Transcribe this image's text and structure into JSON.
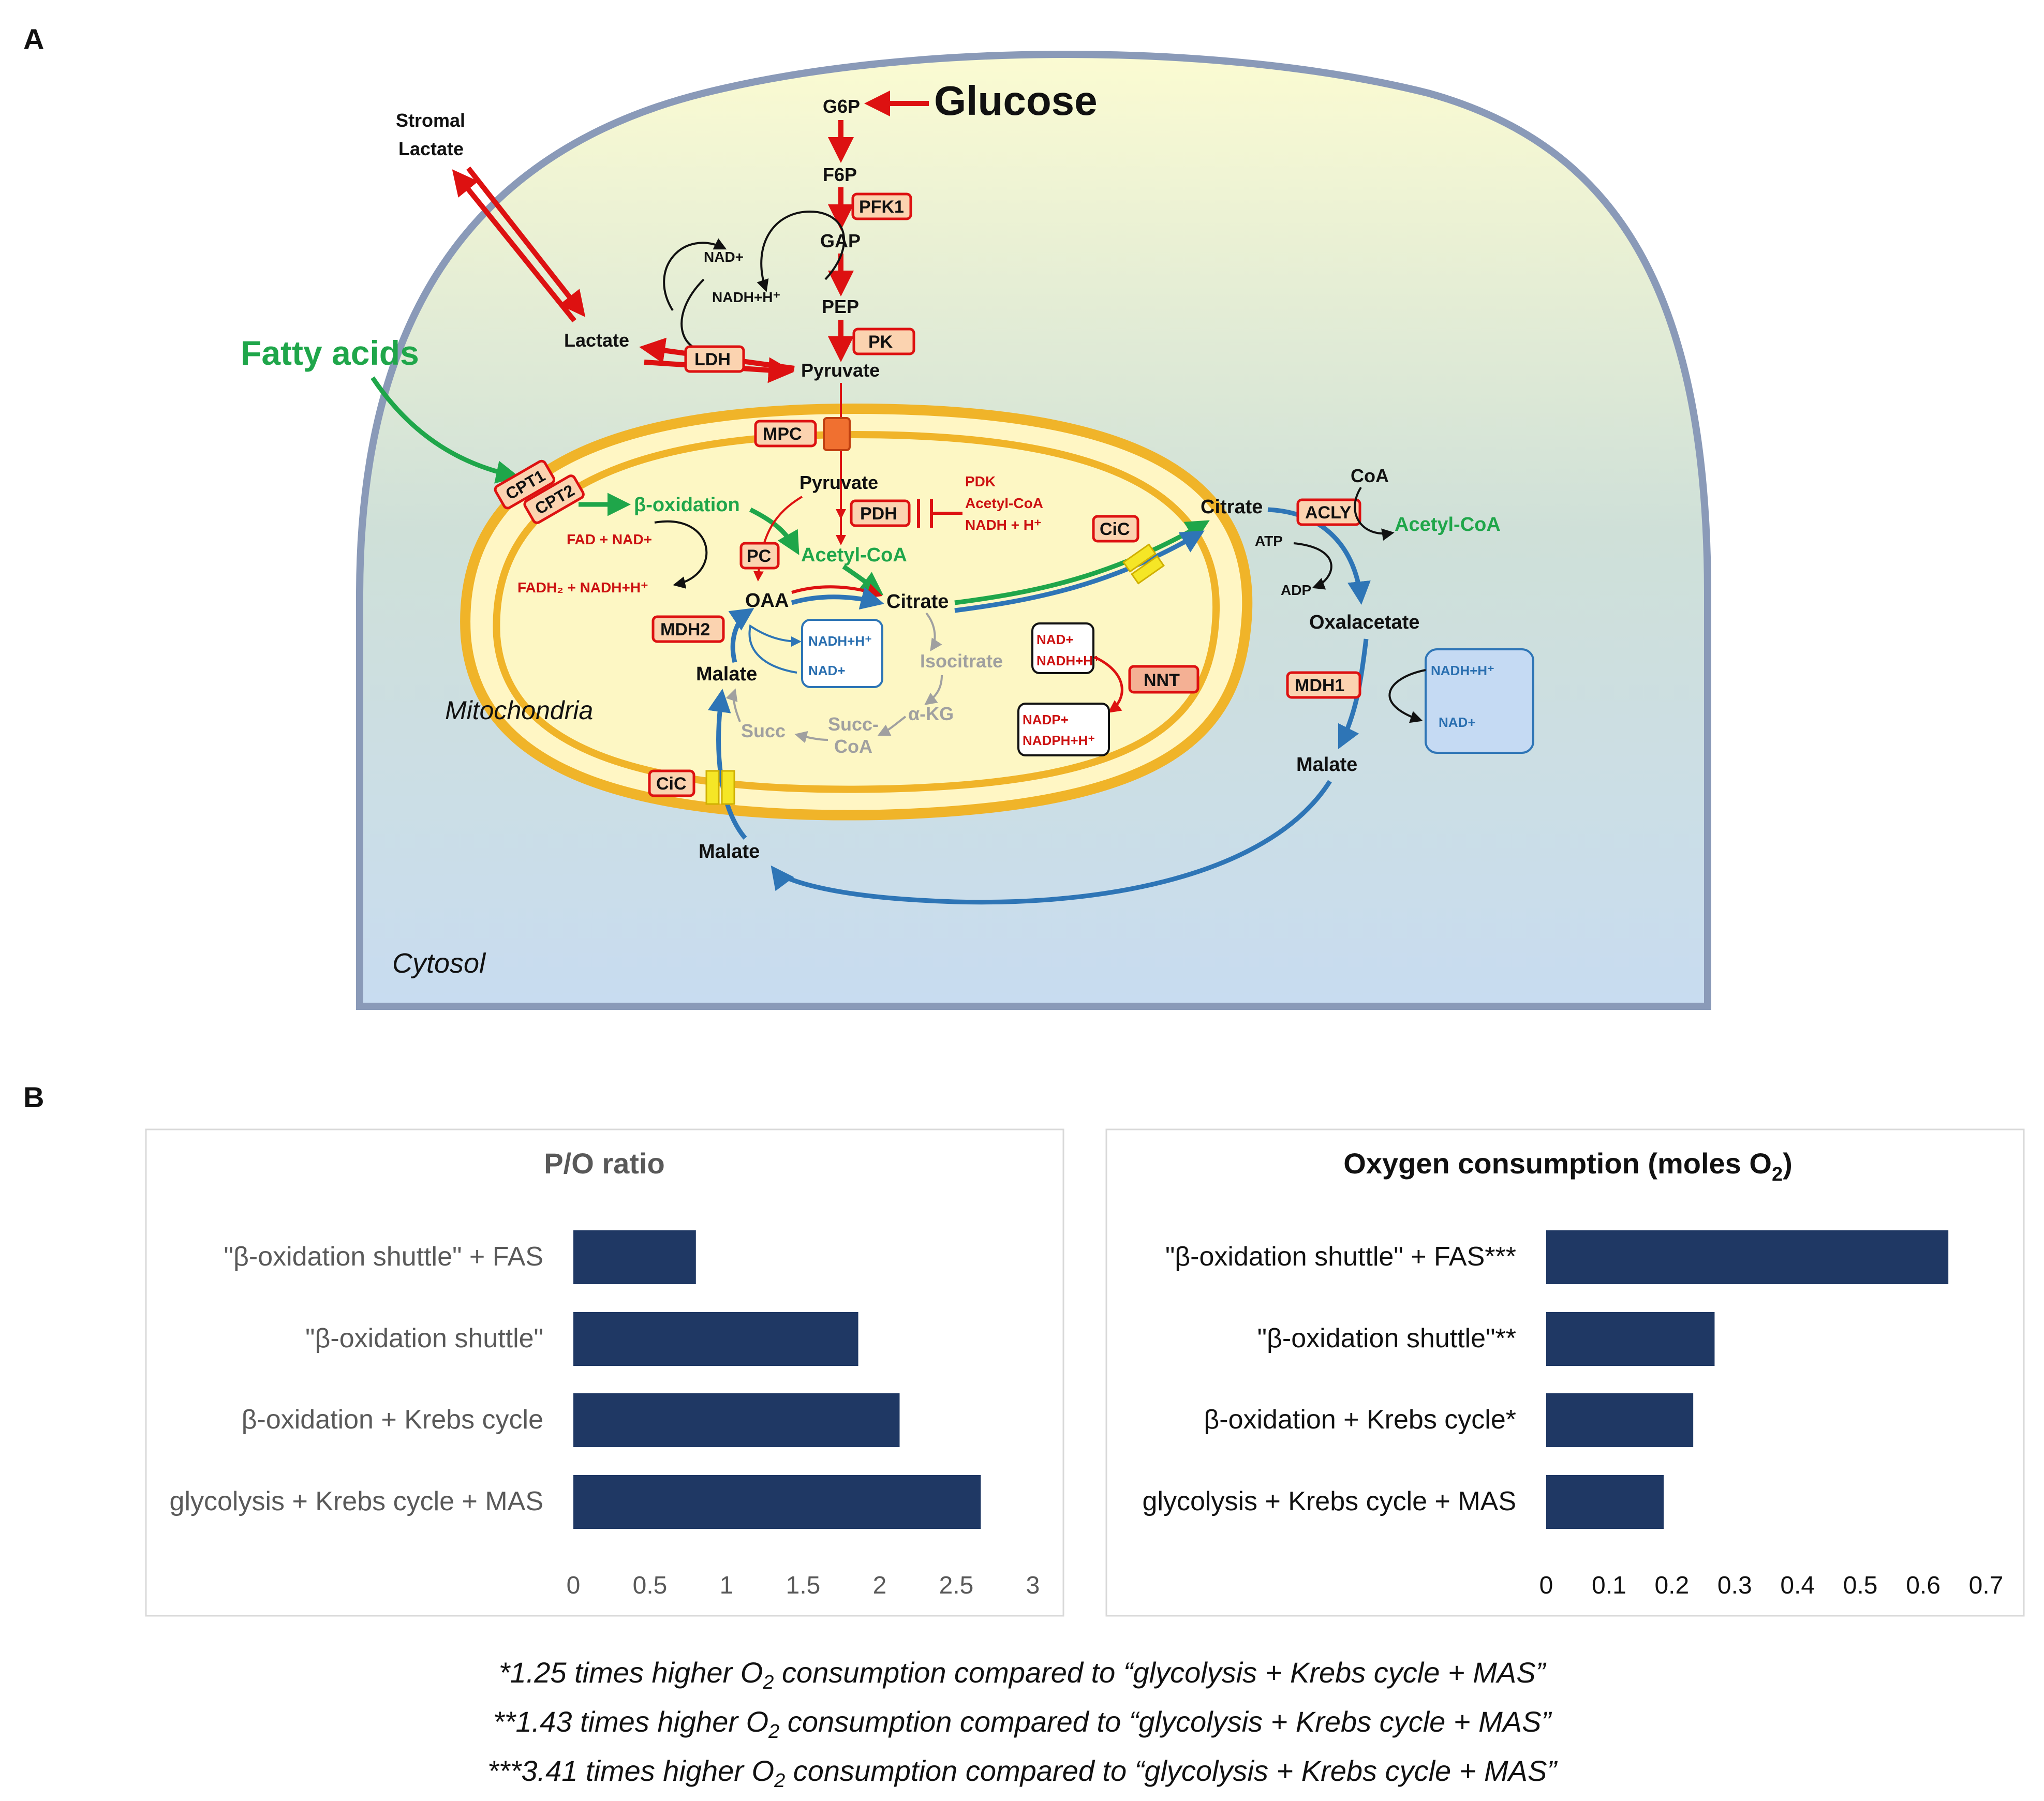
{
  "panel_labels": {
    "a": "A",
    "b": "B"
  },
  "diagram": {
    "glucose": "Glucose",
    "fatty_acids": "Fatty acids",
    "stromal_lactate_1": "Stromal",
    "stromal_lactate_2": "Lactate",
    "cytosol": "Cytosol",
    "mitochondria": "Mitochondria",
    "metabolites": {
      "g6p": "G6P",
      "f6p": "F6P",
      "gap": "GAP",
      "pep": "PEP",
      "pyruvate_cyto": "Pyruvate",
      "lactate": "Lactate",
      "pyruvate_mito": "Pyruvate",
      "acetyl_coa_mito": "Acetyl-CoA",
      "beta_oxidation": "β-oxidation",
      "oaa": "OAA",
      "citrate_mito": "Citrate",
      "malate_mito": "Malate",
      "isocitrate": "Isocitrate",
      "akg": "α-KG",
      "succ_coa_1": "Succ-",
      "succ_coa_2": "CoA",
      "succ": "Succ",
      "citrate_cyto": "Citrate",
      "coa": "CoA",
      "acetyl_coa_cyto": "Acetyl-CoA",
      "atp": "ATP",
      "adp": "ADP",
      "oxalacetate": "Oxalacetate",
      "malate_cyto": "Malate",
      "malate_bottom": "Malate"
    },
    "enzymes": {
      "pfk1": "PFK1",
      "pk": "PK",
      "ldh": "LDH",
      "mpc": "MPC",
      "cpt1": "CPT1",
      "cpt2": "CPT2",
      "pdh": "PDH",
      "pc": "PC",
      "mdh2": "MDH2",
      "cic_top": "CiC",
      "cic_bottom": "CiC",
      "acly": "ACLY",
      "mdh1": "MDH1",
      "nnt": "NNT"
    },
    "cofactors": {
      "nad_plus_glyc": "NAD+",
      "nadh_glyc": "NADH+H⁺",
      "fad_nad": "FAD + NAD+",
      "fadh2_nadh": "FADH₂ + NADH+H⁺",
      "pdk": "PDK",
      "pdh_inh_acoa": "Acetyl-CoA",
      "pdh_inh_nadh": "NADH + H⁺",
      "mdh2_nadh": "NADH+H⁺",
      "mdh2_nad": "NAD+",
      "nnt_nad": "NAD+",
      "nnt_nadh": "NADH+H⁺",
      "nnt_nadp": "NADP+",
      "nnt_nadph": "NADPH+H⁺",
      "mdh1_nadh": "NADH+H⁺",
      "mdh1_nad": "NAD+"
    }
  },
  "colors": {
    "glycolysis": "#dd1111",
    "fatty_acid": "#1fa64a",
    "shuttle": "#2e75b6",
    "krebs_grey": "#a0a0a0",
    "membrane": "#f0b429",
    "enzyme_fill": "#fbd3b0",
    "bar": "#1f3864"
  },
  "chart_data": [
    {
      "type": "bar",
      "orientation": "horizontal",
      "title": "P/O ratio",
      "categories": [
        "\"β-oxidation shuttle\" + FAS",
        "\"β-oxidation shuttle\"",
        "β-oxidation + Krebs cycle",
        "glycolysis + Krebs cycle + MAS"
      ],
      "values": [
        0.8,
        1.86,
        2.13,
        2.66
      ],
      "xlim": [
        0,
        3
      ],
      "ticks": [
        "0",
        "0.5",
        "1",
        "1.5",
        "2",
        "2.5",
        "3"
      ],
      "grid": false
    },
    {
      "type": "bar",
      "orientation": "horizontal",
      "title": "Oxygen consumption (moles O",
      "title_sub": "2",
      "title_end": ")",
      "categories": [
        "\"β-oxidation shuttle\" + FAS***",
        "\"β-oxidation shuttle\"**",
        "β-oxidation + Krebs cycle*",
        "glycolysis + Krebs cycle + MAS"
      ],
      "values": [
        0.64,
        0.268,
        0.234,
        0.187
      ],
      "xlim": [
        0,
        0.7
      ],
      "ticks": [
        "0",
        "0.1",
        "0.2",
        "0.3",
        "0.4",
        "0.5",
        "0.6",
        "0.7"
      ],
      "grid": false
    }
  ],
  "footnotes": [
    {
      "pre": "*1.25 times higher O",
      "sub": "2",
      "post": " consumption compared to “glycolysis + Krebs cycle + MAS”"
    },
    {
      "pre": "**1.43 times higher O",
      "sub": "2",
      "post": " consumption compared to “glycolysis + Krebs cycle + MAS”"
    },
    {
      "pre": "***3.41 times higher O",
      "sub": "2",
      "post": " consumption compared to “glycolysis + Krebs cycle + MAS”"
    }
  ]
}
